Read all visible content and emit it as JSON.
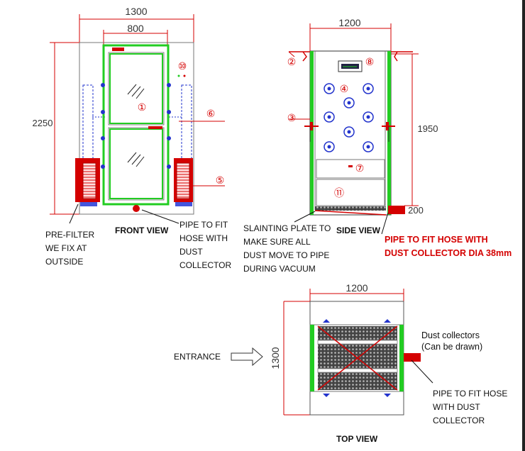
{
  "front": {
    "dims": {
      "width_total": "1300",
      "width_door": "800",
      "height": "2250"
    },
    "callouts": {
      "c1": "①",
      "c5": "⑤",
      "c6": "⑥",
      "c10": "⑩"
    },
    "title": "FRONT VIEW",
    "note_prefilter": "PRE-FILTER\nWE FIX AT\nOUTSIDE",
    "note_pipe": "PIPE TO FIT\nHOSE WITH\nDUST\nCOLLECTOR"
  },
  "side": {
    "dims": {
      "width": "1200",
      "height": "1950",
      "pipe": "200"
    },
    "callouts": {
      "c2": "②",
      "c3": "③",
      "c4": "④",
      "c7": "⑦",
      "c8": "⑧",
      "c11": "⑪"
    },
    "title": "SIDE VIEW",
    "note_plate": "SLAINTING PLATE TO\nMAKE SURE ALL\nDUST MOVE TO PIPE\nDURING VACUUM",
    "note_pipe": "PIPE TO FIT HOSE WITH\nDUST COLLECTOR DIA 38mm"
  },
  "top": {
    "dims": {
      "width": "1200",
      "depth": "1300"
    },
    "title": "TOP VIEW",
    "entrance": "ENTRANCE",
    "dust_collectors": "Dust collectors\n(Can be drawn)",
    "note_pipe": "PIPE TO FIT HOSE\nWITH DUST\nCOLLECTOR"
  },
  "colors": {
    "dimension": "#d40000",
    "door_frame": "#22cc22",
    "nozzle": "#2233cc",
    "outline": "#333333"
  }
}
